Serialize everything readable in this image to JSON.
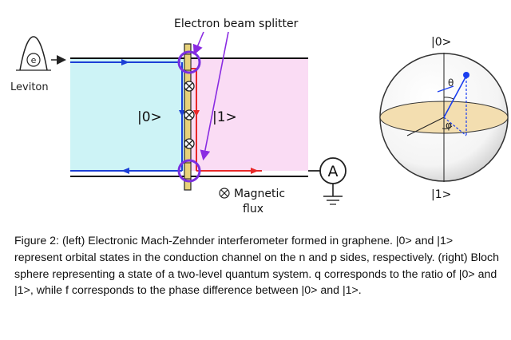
{
  "diagram": {
    "beam_splitter_label": "Electron beam splitter",
    "leviton_symbol": "e",
    "leviton_label": "Leviton",
    "state0_left": "|0>",
    "state1_right": "|1>",
    "ammeter_symbol": "A",
    "magnetic_label_line1": "Magnetic",
    "magnetic_label_line2": "flux",
    "bloch_top_label": "|0>",
    "bloch_bottom_label": "|1>",
    "theta_symbol": "θ",
    "phi_symbol": "φ",
    "colors": {
      "n_side": "#cdf3f6",
      "p_side": "#fadcf4",
      "blue_path": "#1c3fd6",
      "red_path": "#e82828",
      "splitter_ring": "#7a2fe0",
      "splitter_body": "#e8d27a",
      "arrow_purple": "#8a2be2",
      "equator": "#f3deb0",
      "state_point": "#1a3ef0"
    }
  },
  "caption": {
    "lead": "Figure 2:",
    "text": " (left) Electronic Mach-Zehnder interferometer formed in graphene. |0> and |1> represent orbital states in the conduction channel on the n and p sides, respectively. (right) Bloch sphere representing a state of a two-level quantum system. q corresponds to the ratio of |0> and |1>, while f corresponds to the phase difference between |0> and |1>."
  }
}
